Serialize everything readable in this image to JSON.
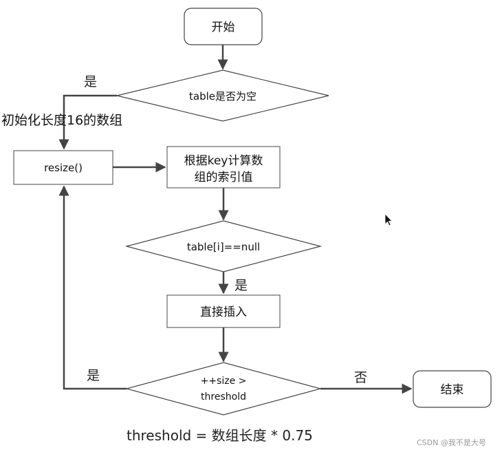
{
  "nodes": {
    "start": "开始",
    "table_empty": "table是否为空",
    "resize": "resize()",
    "compute_index_line1": "根据key计算数",
    "compute_index_line2": "组的索引值",
    "slot_null": "table[i]==null",
    "direct_insert": "直接插入",
    "size_check_line1": "++size >",
    "size_check_line2": "threshold",
    "end": "结束"
  },
  "edge_labels": {
    "empty_yes": "是",
    "init_note": "初始化长度16的数组",
    "null_yes": "是",
    "size_yes": "是",
    "size_no": "否"
  },
  "footer": {
    "formula": "threshold = 数组长度 * 0.75",
    "watermark": "CSDN @我不是大号"
  },
  "colors": {
    "stroke": "#444444",
    "text": "#111111",
    "watermark": "#9a9a9a"
  }
}
